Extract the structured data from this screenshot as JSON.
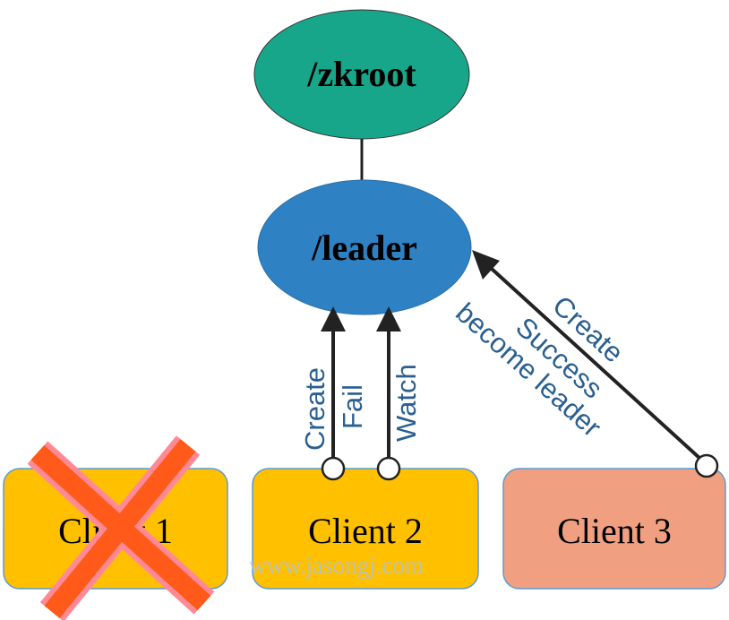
{
  "colors": {
    "root_fill": "#18a68a",
    "leader_fill": "#2e82c4",
    "client1_fill": "#ffc000",
    "client2_fill": "#ffc000",
    "client3_fill": "#f0a080",
    "client_border": "#5c9ad6",
    "arrow": "#222222",
    "label_text": "#2a5f90",
    "cross_fill": "#ff5a1a",
    "cross_edge": "#ff8090",
    "watermark": "#a9c4e6"
  },
  "nodes": {
    "root": "/zkroot",
    "leader": "/leader",
    "client1": "Client 1",
    "client2": "Client 2",
    "client3": "Client 3"
  },
  "edges": {
    "client2_create": {
      "line1": "Create",
      "line2": "Fail"
    },
    "client2_watch": "Watch",
    "client3_create": {
      "line1": "Create",
      "line2": "Success",
      "line3": "become leader"
    }
  },
  "marks": {
    "client1_status": "crossed-out"
  },
  "watermark": "www.jasongj.com"
}
